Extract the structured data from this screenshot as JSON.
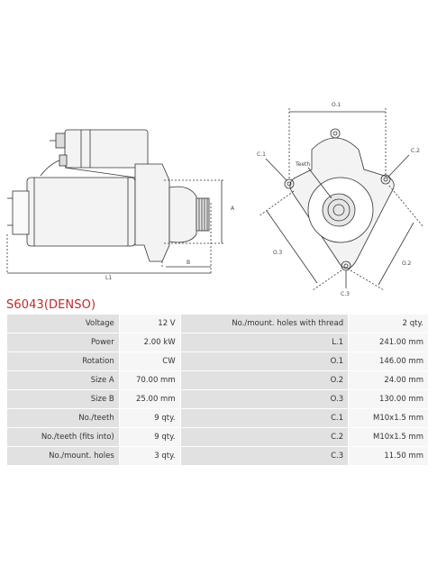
{
  "part": {
    "title": "S6043(DENSO)"
  },
  "drawing": {
    "side_labels": {
      "a": "A",
      "b": "B",
      "l1": "L1"
    },
    "front_labels": {
      "o1": "O.1",
      "o2": "O.2",
      "o3": "O.3",
      "c1": "C.1",
      "c2": "C.2",
      "c3": "C.3",
      "teeth": "Teeth"
    }
  },
  "specs": [
    {
      "left_label": "Voltage",
      "left_value": "12 V",
      "right_label": "No./mount. holes with thread",
      "right_value": "2 qty."
    },
    {
      "left_label": "Power",
      "left_value": "2.00 kW",
      "right_label": "L.1",
      "right_value": "241.00 mm"
    },
    {
      "left_label": "Rotation",
      "left_value": "CW",
      "right_label": "O.1",
      "right_value": "146.00 mm"
    },
    {
      "left_label": "Size A",
      "left_value": "70.00 mm",
      "right_label": "O.2",
      "right_value": "24.00 mm"
    },
    {
      "left_label": "Size B",
      "left_value": "25.00 mm",
      "right_label": "O.3",
      "right_value": "130.00 mm"
    },
    {
      "left_label": "No./teeth",
      "left_value": "9 qty.",
      "right_label": "C.1",
      "right_value": "M10x1.5 mm"
    },
    {
      "left_label": "No./teeth (fits into)",
      "left_value": "9 qty.",
      "right_label": "C.2",
      "right_value": "M10x1.5 mm"
    },
    {
      "left_label": "No./mount. holes",
      "left_value": "3 qty.",
      "right_label": "C.3",
      "right_value": "11.50 mm"
    }
  ]
}
